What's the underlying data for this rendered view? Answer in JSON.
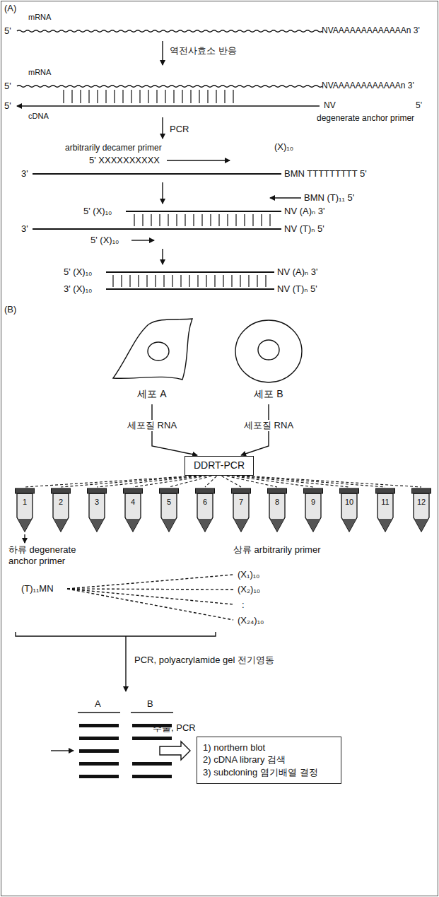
{
  "diagram": {
    "nodes": [
      {
        "text": [
          "세포 A"
        ]
      },
      {
        "text": [
          "세포 B"
        ]
      },
      {
        "text": [
          "DDRT-PCR"
        ]
      },
      {
        "text": [
          "1"
        ]
      },
      {
        "text": [
          "2"
        ]
      },
      {
        "text": [
          "3"
        ]
      },
      {
        "text": [
          "4"
        ]
      },
      {
        "text": [
          "5"
        ]
      },
      {
        "text": [
          "6"
        ]
      },
      {
        "text": [
          "7"
        ]
      },
      {
        "text": [
          "8"
        ]
      },
      {
        "text": [
          "9"
        ]
      },
      {
        "text": [
          "10"
        ]
      },
      {
        "text": [
          "11"
        ]
      },
      {
        "text": [
          "12"
        ]
      },
      {
        "text": [
          "1) northern blot",
          "2) cDNA library 검색",
          "3) subcloning 염기배열 결정"
        ]
      }
    ],
    "edges": [
      {
        "from": 0,
        "to": 2,
        "arrow": "to",
        "label": "세포질 RNA"
      },
      {
        "from": 1,
        "to": 2,
        "arrow": "to",
        "label": "세포질 RNA"
      },
      {
        "from": 2,
        "to": 3,
        "arrow": "none"
      },
      {
        "from": 2,
        "to": 4,
        "arrow": "none"
      },
      {
        "from": 2,
        "to": 5,
        "arrow": "none"
      },
      {
        "from": 2,
        "to": 6,
        "arrow": "none"
      },
      {
        "from": 2,
        "to": 7,
        "arrow": "none"
      },
      {
        "from": 2,
        "to": 8,
        "arrow": "none"
      },
      {
        "from": 2,
        "to": 9,
        "arrow": "none"
      },
      {
        "from": 2,
        "to": 10,
        "arrow": "none"
      },
      {
        "from": 2,
        "to": 11,
        "arrow": "none"
      },
      {
        "from": 2,
        "to": 12,
        "arrow": "none"
      },
      {
        "from": 2,
        "to": 13,
        "arrow": "none"
      },
      {
        "from": 2,
        "to": 14,
        "arrow": "none"
      }
    ],
    "labels": [
      "(A)",
      "mRNA",
      "5'",
      "NVAAAAAAAAAAAAAn 3'",
      "역전사효소 반응",
      "mRNA",
      "5'",
      "NVAAAAAAAAAAAAn 3'",
      "5'",
      "NV",
      "5'",
      "cDNA",
      "degenerate anchor primer",
      "PCR",
      "arbitrarily decamer primer",
      "(X)₁₀",
      "5' XXXXXXXXXX",
      "3'",
      "BMN TTTTTTTTT 5'",
      "BMN (T)₁₁ 5'",
      "5' (X)₁₀",
      "NV (A)ₙ 3'",
      "3'",
      "NV (T)ₙ 5'",
      "5' (X)₁₀",
      "5' (X)₁₀",
      "NV (A)ₙ 3'",
      "3' (X)₁₀",
      "NV (T)ₙ 5'",
      "(B)",
      "하류 degenerate anchor primer",
      "상류 arbitrarily primer",
      "(T)₁₁MN",
      "(X₁)₁₀",
      "(X₂)₁₀",
      ":",
      "(X₂₄)₁₀",
      "PCR, polyacrylamide gel 전기영동",
      "A",
      "B",
      "추출, PCR"
    ]
  }
}
